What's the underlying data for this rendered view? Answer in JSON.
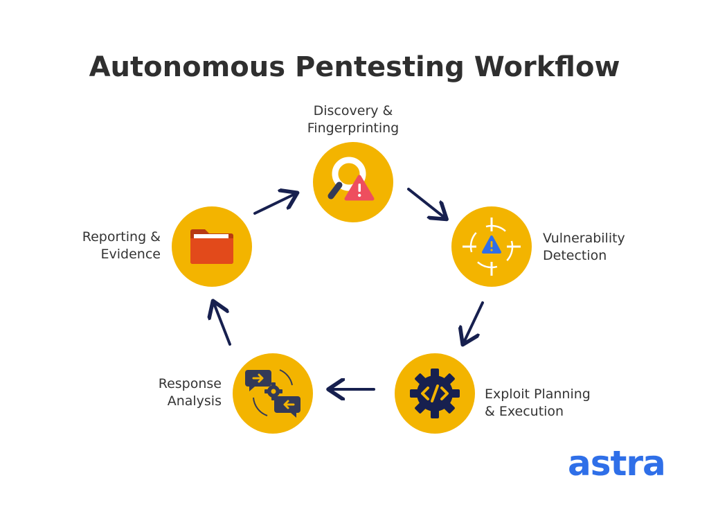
{
  "title": "Autonomous Pentesting Workflow",
  "steps": [
    {
      "lines": [
        "Discovery &",
        "Fingerprinting"
      ],
      "icon": "magnifier-warning-icon"
    },
    {
      "lines": [
        "Vulnerability",
        "Detection"
      ],
      "icon": "target-warning-icon"
    },
    {
      "lines": [
        "Exploit Planning",
        "& Execution"
      ],
      "icon": "gear-code-icon"
    },
    {
      "lines": [
        "Response",
        "Analysis"
      ],
      "icon": "chat-gear-icon"
    },
    {
      "lines": [
        "Reporting &",
        "Evidence"
      ],
      "icon": "folder-icon"
    }
  ],
  "logo": "astra",
  "colors": {
    "node": "#f3b400",
    "arrow": "#17204f",
    "folder": "#e24a1b",
    "warning": "#ee4e5e",
    "brand": "#2f6fe8"
  }
}
